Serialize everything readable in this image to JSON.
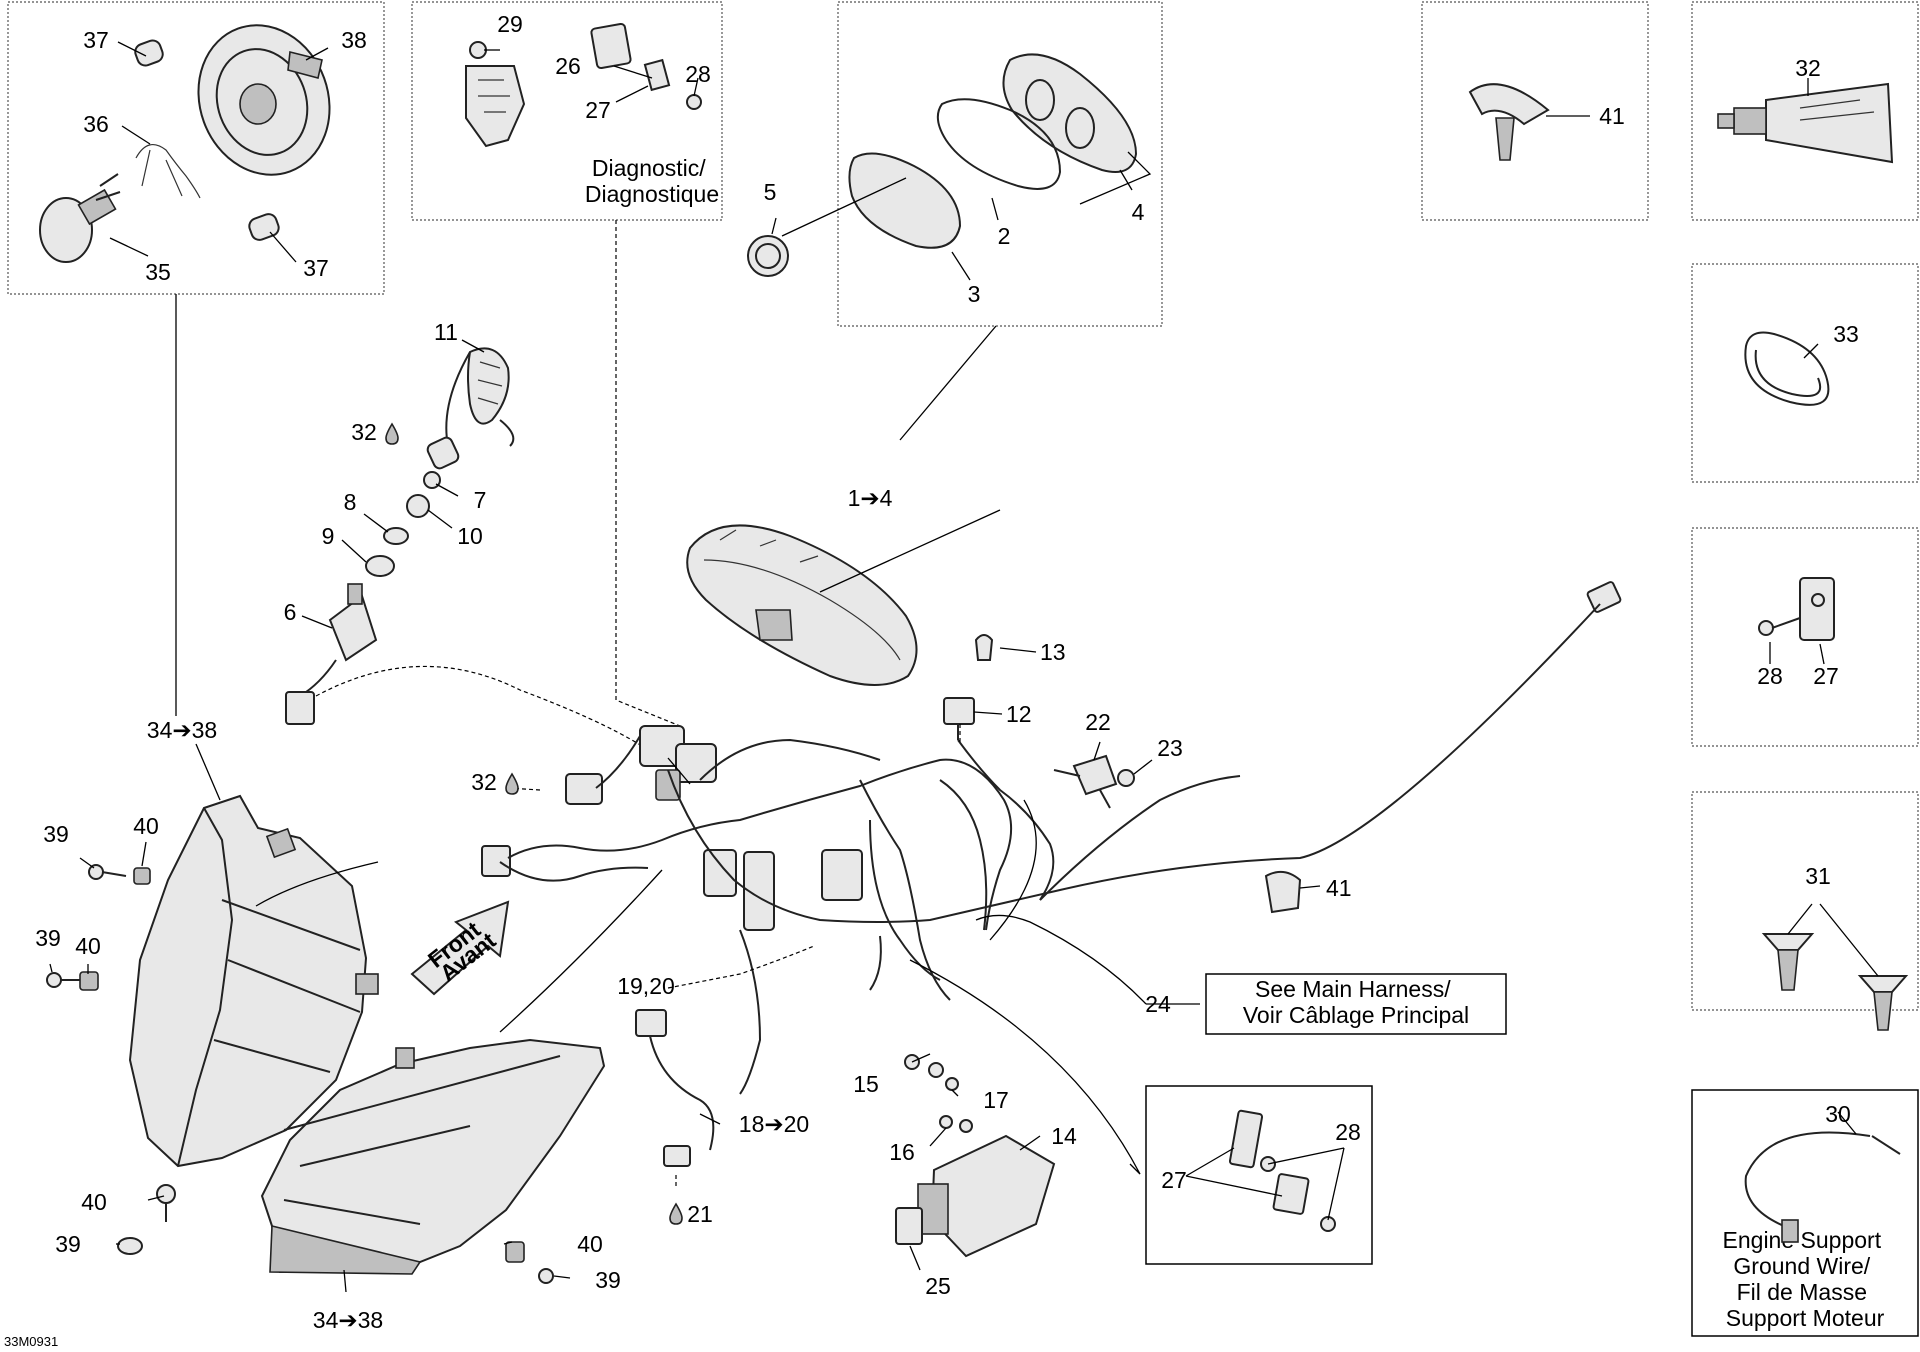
{
  "drawing_ref": "33M0931",
  "boxes": {
    "diagnostic": "Diagnostic/|Diagnostique",
    "main_harness": "See Main Harness/|Voir Câblage Principal",
    "ground_wire": "Engine Support|Ground Wire/|Fil de Masse|Support Moteur",
    "front_arrow": "Front|Avant"
  },
  "callouts": {
    "c37a": "37",
    "c38": "38",
    "c36": "36",
    "c35": "35",
    "c37b": "37",
    "c29": "29",
    "c26": "26",
    "c28a": "28",
    "c27a": "27",
    "c5": "5",
    "c2": "2",
    "c3": "3",
    "c4": "4",
    "c41a": "41",
    "c32a": "32",
    "c33": "33",
    "c28b": "28",
    "c27b": "27",
    "c31": "31",
    "c30": "30",
    "c11": "11",
    "c32b": "32",
    "c7": "7",
    "c8": "8",
    "c10": "10",
    "c9": "9",
    "c6": "6",
    "c1_4": "1➔4",
    "c13": "13",
    "c12": "12",
    "c22": "22",
    "c23": "23",
    "c34_38a": "34➔38",
    "c32c": "32",
    "c39a": "39",
    "c40a": "40",
    "c39b": "39",
    "c40b": "40",
    "c41b": "41",
    "c24": "24",
    "c19_20": "19,20",
    "c15": "15",
    "c17": "17",
    "c18_20": "18➔20",
    "c16": "16",
    "c14": "14",
    "c21": "21",
    "c25": "25",
    "c27c": "27",
    "c28c": "28",
    "c40c": "40",
    "c39c": "39",
    "c40d": "40",
    "c39d": "39",
    "c34_38b": "34➔38"
  }
}
